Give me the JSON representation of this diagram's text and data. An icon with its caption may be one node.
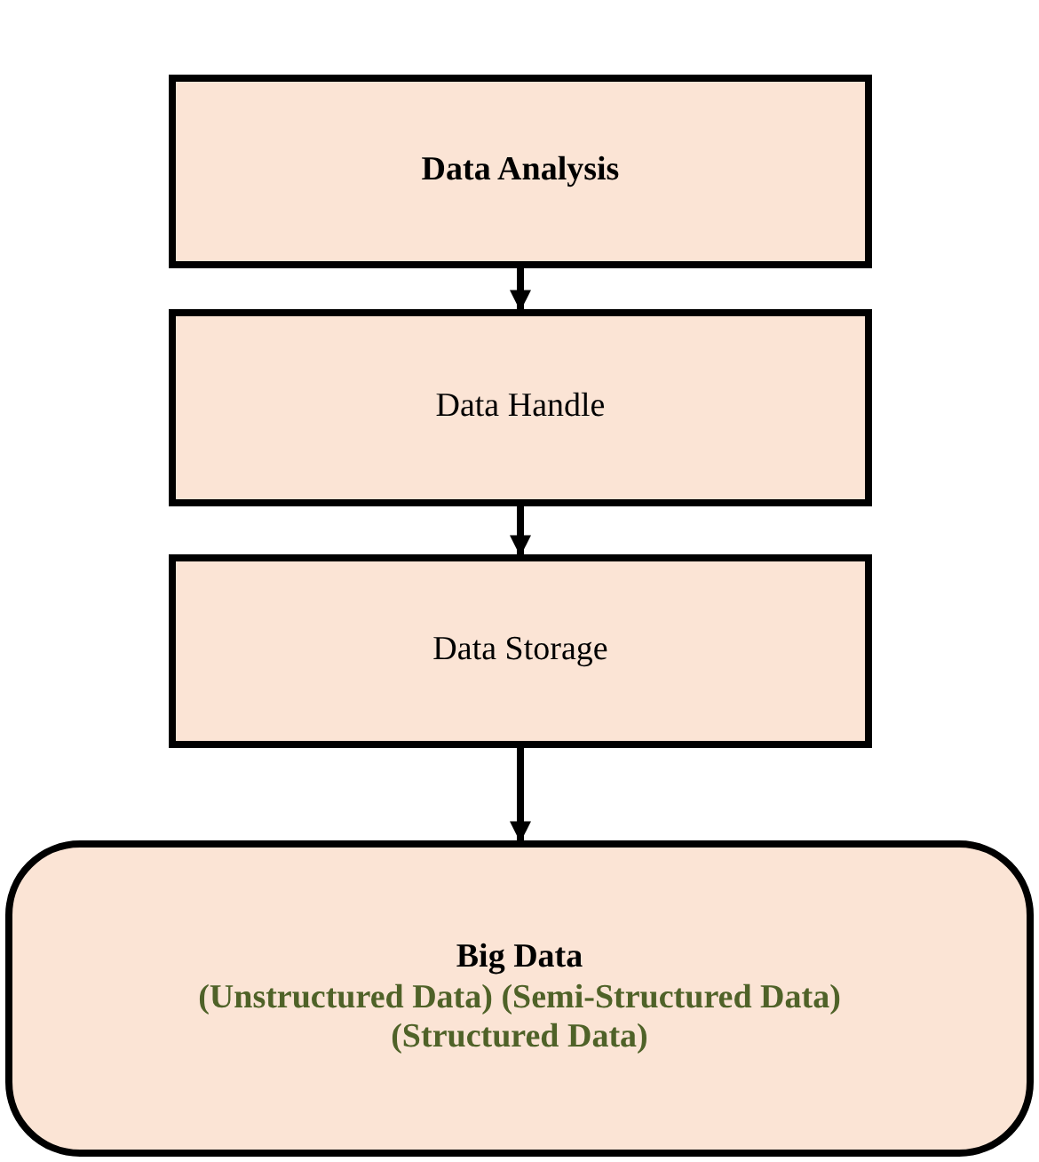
{
  "diagram": {
    "nodes": [
      {
        "text": [
          "Data Analysis"
        ]
      },
      {
        "text": [
          "Data Handle"
        ]
      },
      {
        "text": [
          "Data Storage"
        ]
      },
      {
        "text": [
          "Big Data",
          "(Unstructured Data) (Semi-Structured Data) (Structured Data)"
        ]
      }
    ],
    "edges": [
      {
        "from": 0,
        "to": 1,
        "arrow": "to"
      },
      {
        "from": 1,
        "to": 2,
        "arrow": "to"
      },
      {
        "from": 2,
        "to": 3,
        "arrow": "to"
      }
    ]
  }
}
